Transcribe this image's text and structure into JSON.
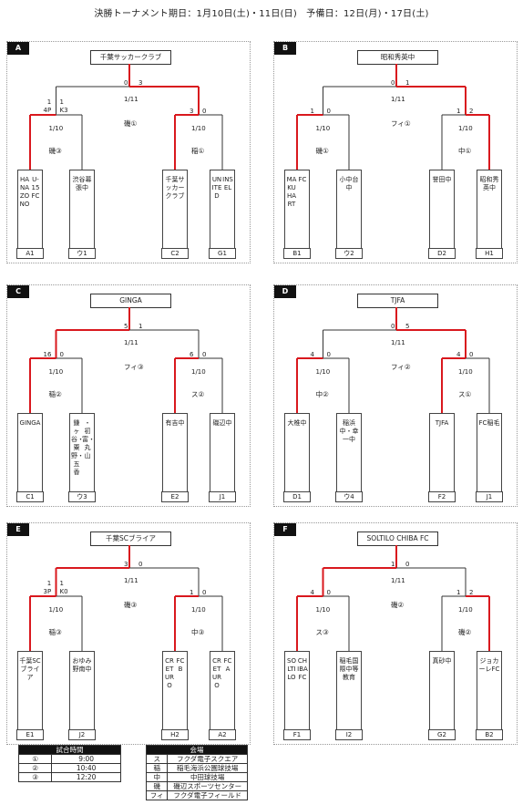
{
  "header": "決勝トーナメント期日：1月10日(土)・11日(日)　予備日：12日(月)・17日(土)",
  "blocks": [
    {
      "tag": "A",
      "winner": "千葉サッカークラブ",
      "final": {
        "ls": "0",
        "rs": "3",
        "date": "1/11",
        "venue": "磯①"
      },
      "left": {
        "ls": "1\n4P",
        "rs": "1\nK3",
        "date": "1/10",
        "venue": "磯③"
      },
      "right": {
        "ls": "3",
        "rs": "0",
        "date": "1/10",
        "venue": "稲①"
      },
      "teams": [
        {
          "lines": [
            "HANAZONO",
            "U-15 FC"
          ],
          "code": "A1"
        },
        {
          "lines": [
            "渋谷幕張中"
          ],
          "code": "ウ1"
        },
        {
          "lines": [
            "千葉サッカークラブ"
          ],
          "code": "C2"
        },
        {
          "lines": [
            "UNITED",
            "INSEL"
          ],
          "code": "G1"
        }
      ]
    },
    {
      "tag": "B",
      "winner": "昭和秀英中",
      "final": {
        "ls": "0",
        "rs": "1",
        "date": "1/11",
        "venue": "フィ①"
      },
      "left": {
        "ls": "1",
        "rs": "0",
        "date": "1/10",
        "venue": "磯①"
      },
      "right": {
        "ls": "1",
        "rs": "2",
        "date": "1/10",
        "venue": "中①"
      },
      "teams": [
        {
          "lines": [
            "MAKUHART",
            "FC"
          ],
          "code": "B1"
        },
        {
          "lines": [
            "小中台中"
          ],
          "code": "ウ2"
        },
        {
          "lines": [
            "誉田中"
          ],
          "code": "D2"
        },
        {
          "lines": [
            "昭和秀英中"
          ],
          "code": "H1"
        }
      ]
    },
    {
      "tag": "C",
      "winner": "GINGA",
      "final": {
        "ls": "5",
        "rs": "1",
        "date": "1/11",
        "venue": "フィ③"
      },
      "left": {
        "ls": "16",
        "rs": "0",
        "date": "1/10",
        "venue": "稲②"
      },
      "right": {
        "ls": "6",
        "rs": "0",
        "date": "1/10",
        "venue": "ス②"
      },
      "teams": [
        {
          "lines": [
            "GINGA"
          ],
          "code": "C1"
        },
        {
          "lines": [
            "鎌ヶ谷・粟野・五香",
            "・初富・丸山"
          ],
          "code": "ウ3"
        },
        {
          "lines": [
            "有吉中"
          ],
          "code": "E2"
        },
        {
          "lines": [
            "磯辺中"
          ],
          "code": "J1"
        }
      ]
    },
    {
      "tag": "D",
      "winner": "TJFA",
      "final": {
        "ls": "0",
        "rs": "5",
        "date": "1/11",
        "venue": "フィ②"
      },
      "left": {
        "ls": "4",
        "rs": "0",
        "date": "1/10",
        "venue": "中②"
      },
      "right": {
        "ls": "4",
        "rs": "0",
        "date": "1/10",
        "venue": "ス①"
      },
      "teams": [
        {
          "lines": [
            "大椎中"
          ],
          "code": "D1"
        },
        {
          "lines": [
            "稲浜中・幸一中"
          ],
          "code": "ウ4"
        },
        {
          "lines": [
            "TJFA"
          ],
          "code": "F2"
        },
        {
          "lines": [
            "FC稲毛"
          ],
          "code": "J1"
        }
      ]
    },
    {
      "tag": "E",
      "winner": "千葉SCブライア",
      "final": {
        "ls": "3",
        "rs": "0",
        "date": "1/11",
        "venue": "磯③"
      },
      "left": {
        "ls": "1\n3P",
        "rs": "1\nK0",
        "date": "1/10",
        "venue": "稲③"
      },
      "right": {
        "ls": "1",
        "rs": "0",
        "date": "1/10",
        "venue": "中③"
      },
      "teams": [
        {
          "lines": [
            "千葉SCブライア"
          ],
          "code": "E1"
        },
        {
          "lines": [
            "おゆみ野南中"
          ],
          "code": "J2"
        },
        {
          "lines": [
            "CRETURO",
            "FC B"
          ],
          "code": "H2"
        },
        {
          "lines": [
            "CRETURO",
            "FC A"
          ],
          "code": "A2"
        }
      ]
    },
    {
      "tag": "F",
      "winner": "SOLTILO CHIBA FC",
      "final": {
        "ls": "1",
        "rs": "0",
        "date": "1/11",
        "venue": "磯②"
      },
      "left": {
        "ls": "4",
        "rs": "0",
        "date": "1/10",
        "venue": "ス③"
      },
      "right": {
        "ls": "1",
        "rs": "2",
        "date": "1/10",
        "venue": "磯②"
      },
      "teams": [
        {
          "lines": [
            "SOLTILO",
            "CHIBA FC"
          ],
          "code": "F1"
        },
        {
          "lines": [
            "稲毛国際中等教育"
          ],
          "code": "I2"
        },
        {
          "lines": [
            "真砂中"
          ],
          "code": "G2"
        },
        {
          "lines": [
            "ジョカーレFC"
          ],
          "code": "B2"
        }
      ]
    }
  ],
  "times": {
    "title": "試合時間",
    "rows": [
      [
        "①",
        "9:00"
      ],
      [
        "②",
        "10:40"
      ],
      [
        "③",
        "12:20"
      ]
    ]
  },
  "venues": {
    "title": "会場",
    "rows": [
      [
        "ス",
        "フクダ電子スクエア"
      ],
      [
        "稲",
        "稲毛海浜公園球技場"
      ],
      [
        "中",
        "中田球技場"
      ],
      [
        "磯",
        "磯辺スポーツセンター"
      ],
      [
        "フィ",
        "フクダ電子フィールド"
      ]
    ]
  },
  "colors": {
    "win": "#d9181e",
    "line": "#333333"
  }
}
